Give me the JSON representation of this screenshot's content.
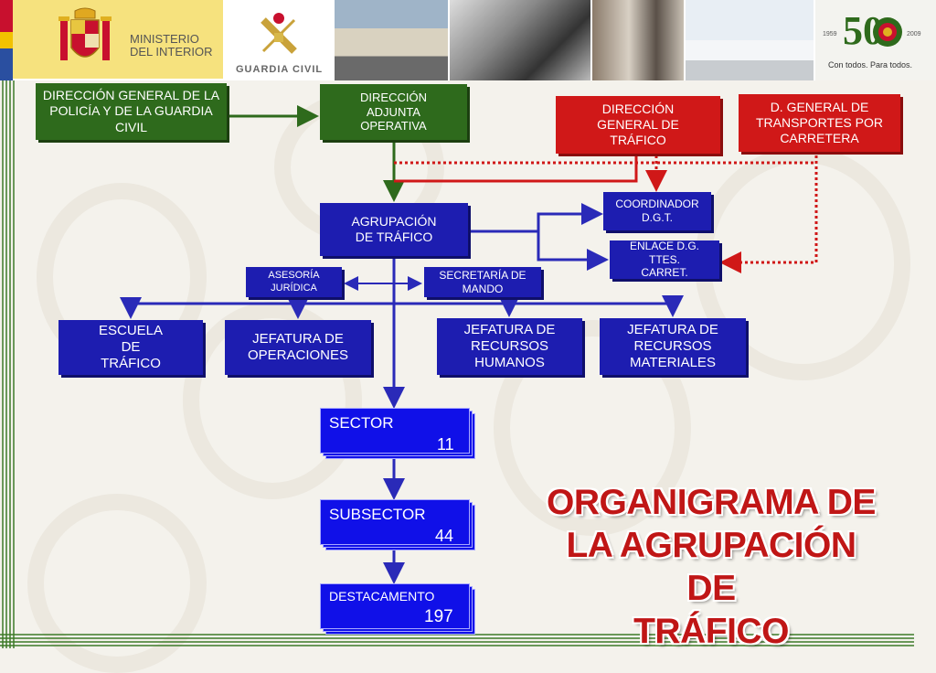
{
  "header": {
    "ministerio": [
      "MINISTERIO",
      "DEL INTERIOR"
    ],
    "guardia_civil": "GUARDIA CIVIL",
    "anniversary": {
      "number": "50",
      "year_start": "1959",
      "year_end": "2009",
      "tagline": "Con todos. Para todos."
    }
  },
  "boxes": {
    "dg_policia": "DIRECCIÓN GENERAL DE LA POLICÍA Y DE LA GUARDIA CIVIL",
    "adjunta": "DIRECCIÓN ADJUNTA OPERATIVA",
    "dgt": "DIRECCIÓN GENERAL DE TRÁFICO",
    "dg_transportes": "D. GENERAL DE TRANSPORTES POR CARRETERA",
    "coordinador": "COORDINADOR D.G.T.",
    "enlace": "ENLACE D.G. TTES. CARRET.",
    "agrupacion": "AGRUPACIÓN DE TRÁFICO",
    "asesoria": "ASESORÍA JURÍDICA",
    "secretaria": "SECRETARÍA DE MANDO",
    "escuela": "ESCUELA DE TRÁFICO",
    "jef_operaciones": "JEFATURA DE OPERACIONES",
    "jef_rrhh": "JEFATURA DE RECURSOS HUMANOS",
    "jef_materiales": "JEFATURA DE RECURSOS MATERIALES"
  },
  "units": {
    "sector": {
      "label": "SECTOR",
      "count": "11"
    },
    "subsector": {
      "label": "SUBSECTOR",
      "count": "44"
    },
    "destacamento": {
      "label": "DESTACAMENTO",
      "count": "197"
    }
  },
  "title": [
    "ORGANIGRAMA  DE",
    "LA AGRUPACIÓN DE",
    "TRÁFICO"
  ],
  "colors": {
    "green": "#2e6a1c",
    "red": "#d01818",
    "blue": "#1d1db0",
    "title": "#c01616"
  }
}
